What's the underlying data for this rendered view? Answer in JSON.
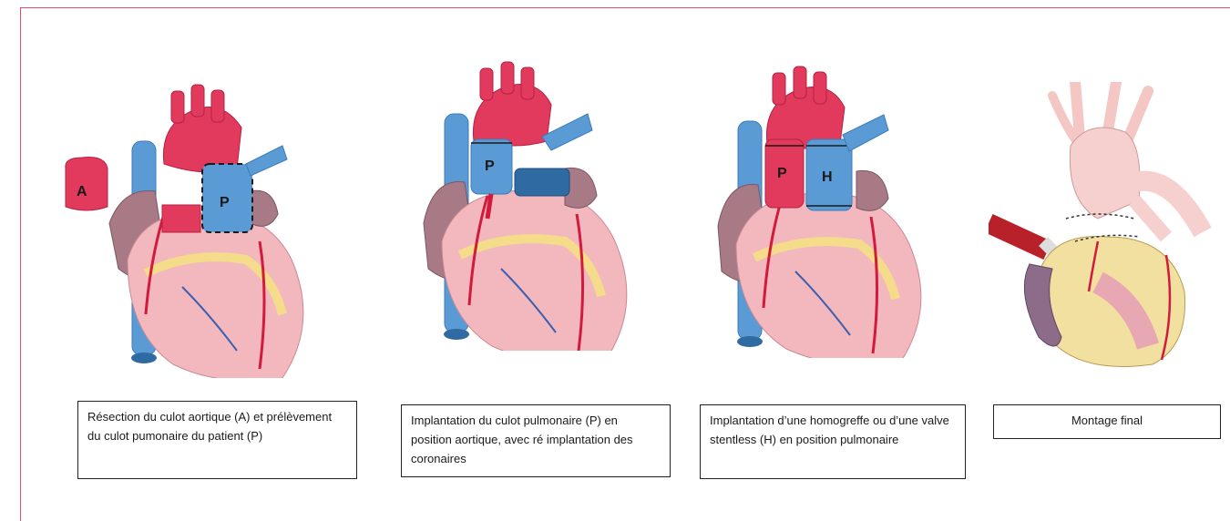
{
  "steps": [
    {
      "caption": "Résection du culot aortique (A) et prélèvement du culot pumonaire du patient (P)",
      "labels": [
        "A",
        "P"
      ]
    },
    {
      "caption": "Implantation du culot pulmonaire (P) en position aortique, avec ré implantation des coronaires",
      "labels": [
        "P"
      ]
    },
    {
      "caption": "Implantation d’une homogreffe ou d’une valve stentless (H) en position pulmonaire",
      "labels": [
        "P",
        "H"
      ]
    },
    {
      "caption": "Montage final",
      "labels": []
    }
  ],
  "colors": {
    "frame": "#e0506a",
    "aorta": "#e23a5c",
    "pulmonary": "#5b9bd5",
    "heart": "#f2b8bd",
    "fat": "#f5dc8a",
    "atrium": "#a77a86"
  }
}
